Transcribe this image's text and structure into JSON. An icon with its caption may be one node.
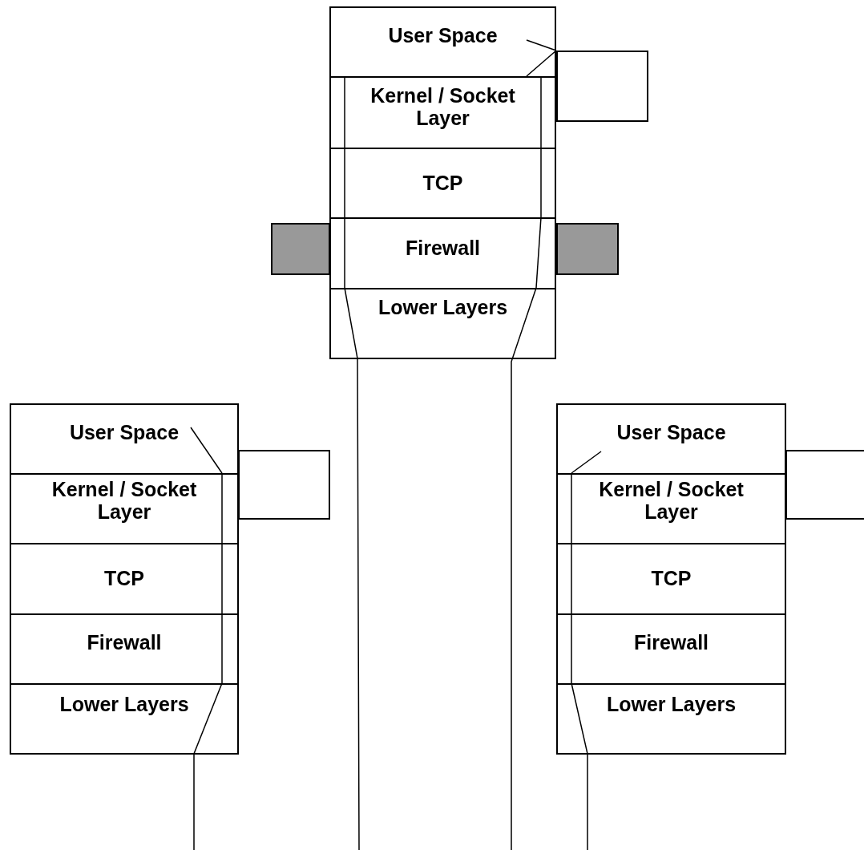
{
  "diagram": {
    "nodes": [
      {
        "text": [
          "User Space"
        ]
      },
      {
        "text": [
          "Kernel / Socket Layer"
        ]
      },
      {
        "text": [
          "TCP"
        ]
      },
      {
        "text": [
          "Firewall"
        ]
      },
      {
        "text": [
          "Lower Layers"
        ]
      },
      {
        "text": [],
        "shape": "box"
      },
      {
        "text": [],
        "shape": "box"
      },
      {
        "text": [],
        "shape": "box"
      },
      {
        "text": [
          "User Space"
        ]
      },
      {
        "text": [
          "Kernel / Socket Layer"
        ]
      },
      {
        "text": [
          "TCP"
        ]
      },
      {
        "text": [
          "Firewall"
        ]
      },
      {
        "text": [
          "Lower Layers"
        ]
      },
      {
        "text": [],
        "shape": "box"
      },
      {
        "text": [
          "User Space"
        ]
      },
      {
        "text": [
          "Kernel / Socket Layer"
        ]
      },
      {
        "text": [
          "TCP"
        ]
      },
      {
        "text": [
          "Firewall"
        ]
      },
      {
        "text": [
          "Lower Layers"
        ]
      },
      {
        "text": [],
        "shape": "box"
      }
    ],
    "edges": [
      {
        "from": 0,
        "to": 5,
        "arrow": "none"
      },
      {
        "from": 5,
        "to": 0,
        "arrow": "none"
      },
      {
        "from": 1,
        "to": 2,
        "arrow": "none"
      },
      {
        "from": 2,
        "to": 3,
        "arrow": "none"
      },
      {
        "from": 3,
        "to": 4,
        "arrow": "none"
      },
      {
        "from": 1,
        "to": 2,
        "arrow": "none"
      },
      {
        "from": 2,
        "to": 3,
        "arrow": "none"
      },
      {
        "from": 3,
        "to": 4,
        "arrow": "none"
      },
      {
        "from": 4,
        "to": null,
        "arrow": "none"
      },
      {
        "from": 4,
        "to": null,
        "arrow": "none"
      },
      {
        "from": 8,
        "to": 9,
        "arrow": "none"
      },
      {
        "from": 9,
        "to": 10,
        "arrow": "none"
      },
      {
        "from": 10,
        "to": 11,
        "arrow": "none"
      },
      {
        "from": 11,
        "to": 12,
        "arrow": "none"
      },
      {
        "from": 12,
        "to": null,
        "arrow": "none"
      },
      {
        "from": 14,
        "to": 15,
        "arrow": "none"
      },
      {
        "from": 15,
        "to": 16,
        "arrow": "none"
      },
      {
        "from": 16,
        "to": 17,
        "arrow": "none"
      },
      {
        "from": 17,
        "to": 18,
        "arrow": "none"
      },
      {
        "from": 18,
        "to": null,
        "arrow": "none"
      }
    ]
  }
}
